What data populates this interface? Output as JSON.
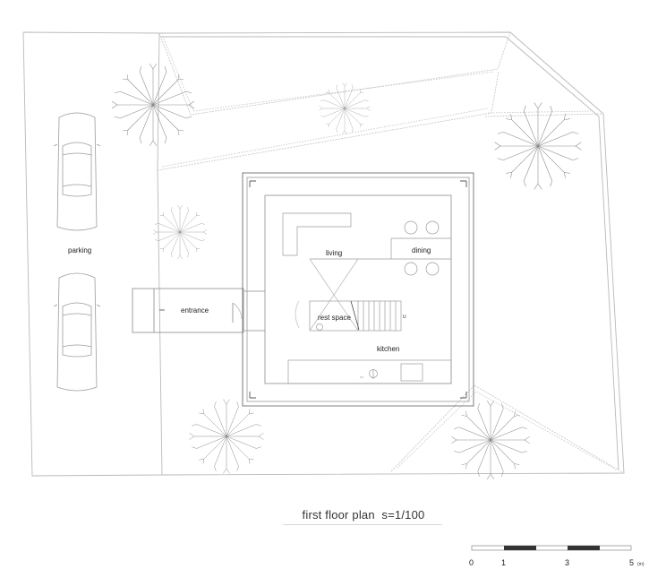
{
  "rooms": {
    "parking": "parking",
    "entrance": "entrance",
    "living": "living",
    "dining": "dining",
    "rest_space": "rest space",
    "kitchen": "kitchen"
  },
  "stair_mark": "U",
  "caption": {
    "title": "first floor plan",
    "scale": "s=1/100"
  },
  "scale_bar": {
    "ticks": [
      "0",
      "1",
      "3",
      "5"
    ],
    "unit": "(m)"
  }
}
